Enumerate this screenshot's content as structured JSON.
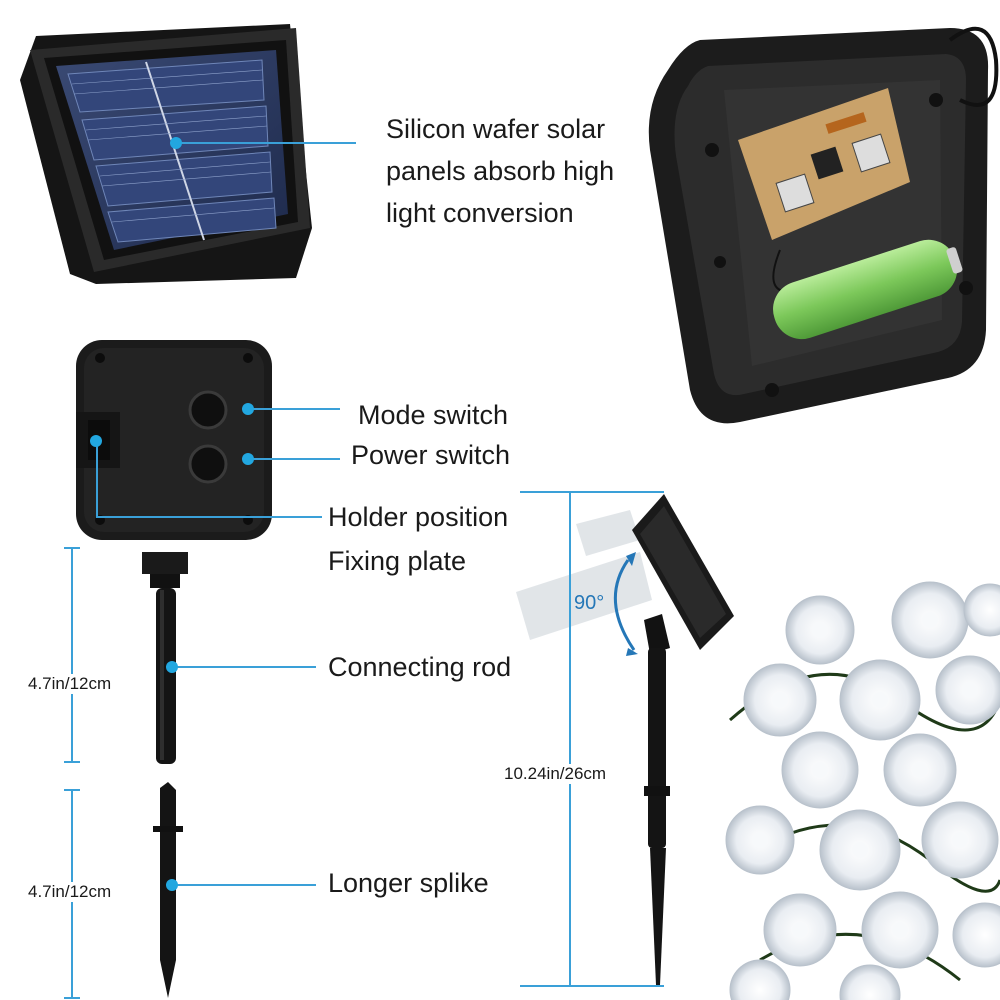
{
  "callouts": {
    "solar_panel": "Silicon wafer solar panels absorb high light conversion",
    "solar_panel_lines": [
      "Silicon wafer solar",
      "panels absorb high",
      "light conversion"
    ],
    "mode_switch": "Mode switch",
    "power_switch": "Power switch",
    "holder_position": "Holder position",
    "fixing_plate": "Fixing plate",
    "connecting_rod": "Connecting rod",
    "longer_spike": "Longer splike"
  },
  "dimensions": {
    "rod_length": "4.7in/12cm",
    "spike_length": "4.7in/12cm",
    "total_height": "10.24in/26cm",
    "tilt_angle": "90°"
  },
  "colors": {
    "accent": "#22a7e0",
    "device_body": "#1b1b1b",
    "panel_cell": "#2b3c66",
    "battery": "#8cd06a",
    "pcb": "#c9a26a"
  }
}
